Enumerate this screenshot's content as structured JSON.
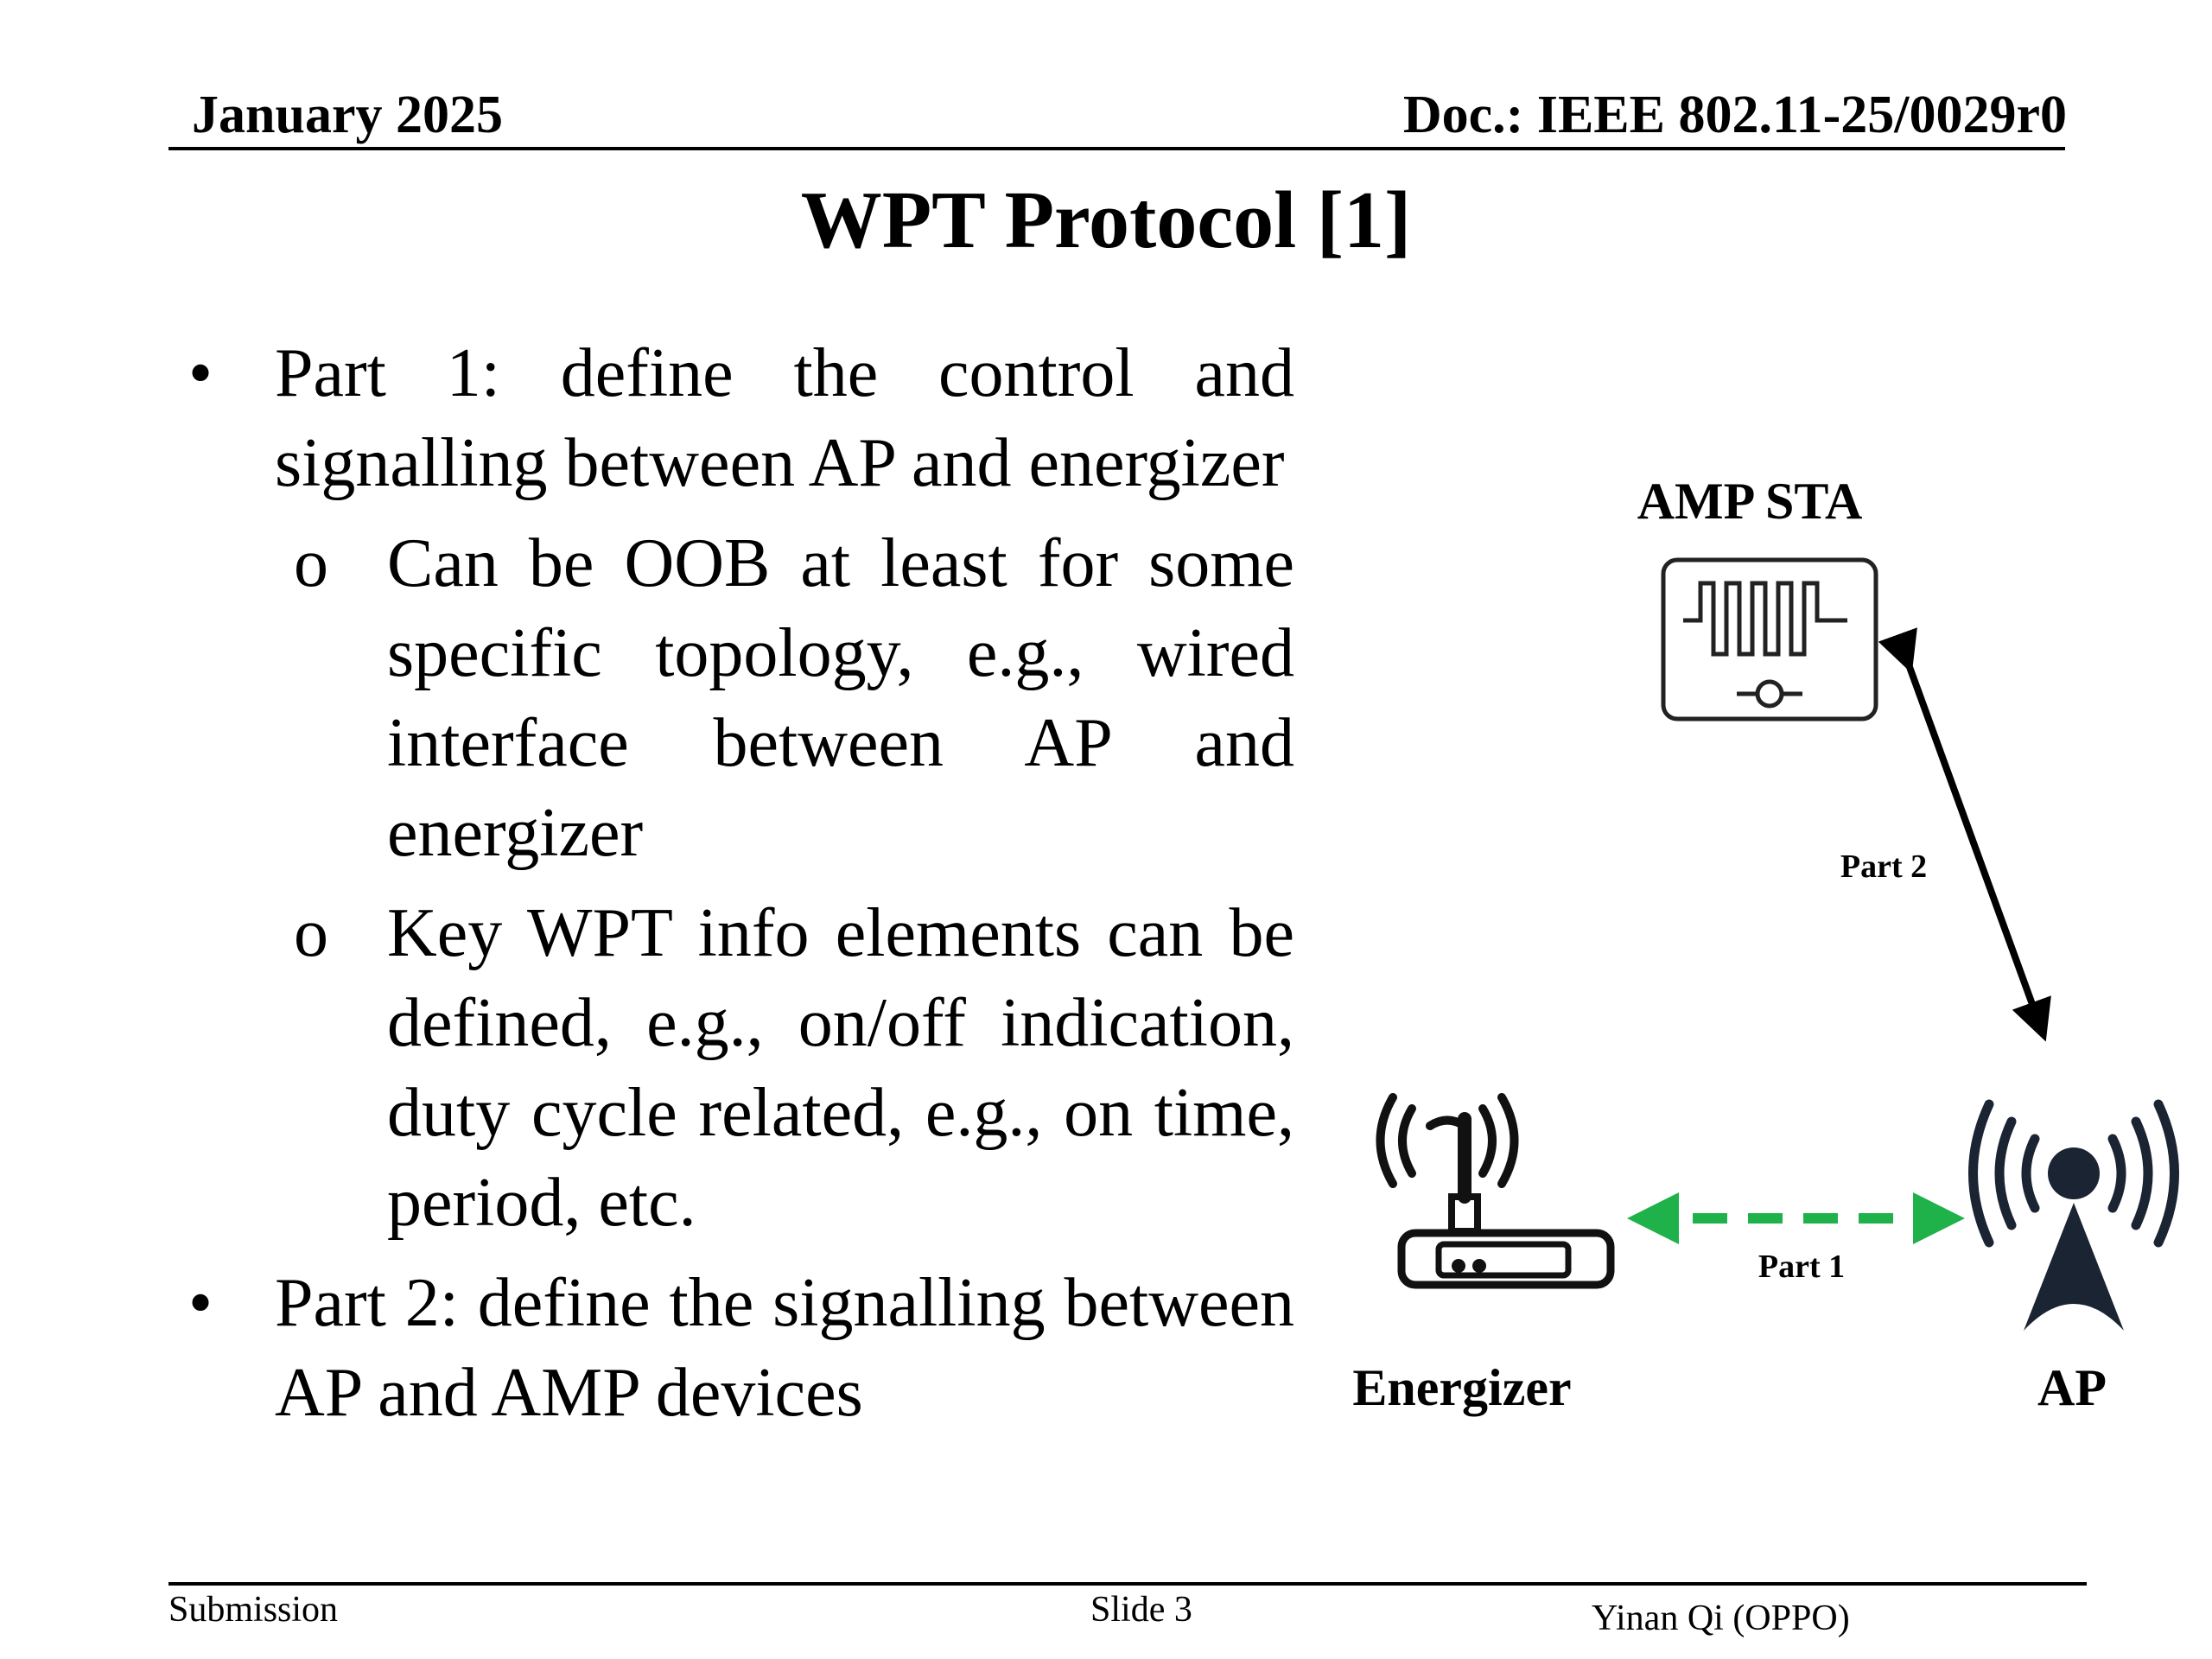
{
  "header": {
    "date": "January 2025",
    "doc": "Doc.: IEEE 802.11-25/0029r0"
  },
  "slide": {
    "title": "WPT Protocol [1]"
  },
  "content": {
    "bullets": [
      {
        "marker": "•",
        "text": "Part 1: define the control and signalling between AP and energizer",
        "sub": [
          {
            "marker": "o",
            "text": "Can be OOB at least for some specific topology, e.g., wired interface between AP and energizer"
          },
          {
            "marker": "o",
            "text": "Key WPT info elements can be defined, e.g., on/off indication, duty cycle related, e.g., on time, period, etc."
          }
        ]
      },
      {
        "marker": "•",
        "text": "Part 2: define the signalling between AP and AMP devices"
      }
    ]
  },
  "diagram": {
    "amp_sta_label": "AMP STA",
    "amp_icon": "waveform-device-icon",
    "part2_label": "Part 2",
    "part1_label": "Part 1",
    "energizer_label": "Energizer",
    "energizer_icon": "router-icon",
    "ap_label": "AP",
    "ap_icon": "antenna-tower-icon",
    "part1_arrow_color": "#1fb24a",
    "part2_arrow_color": "#000000"
  },
  "footer": {
    "left": "Submission",
    "center": "Slide 3",
    "right": "Yinan Qi (OPPO)"
  }
}
